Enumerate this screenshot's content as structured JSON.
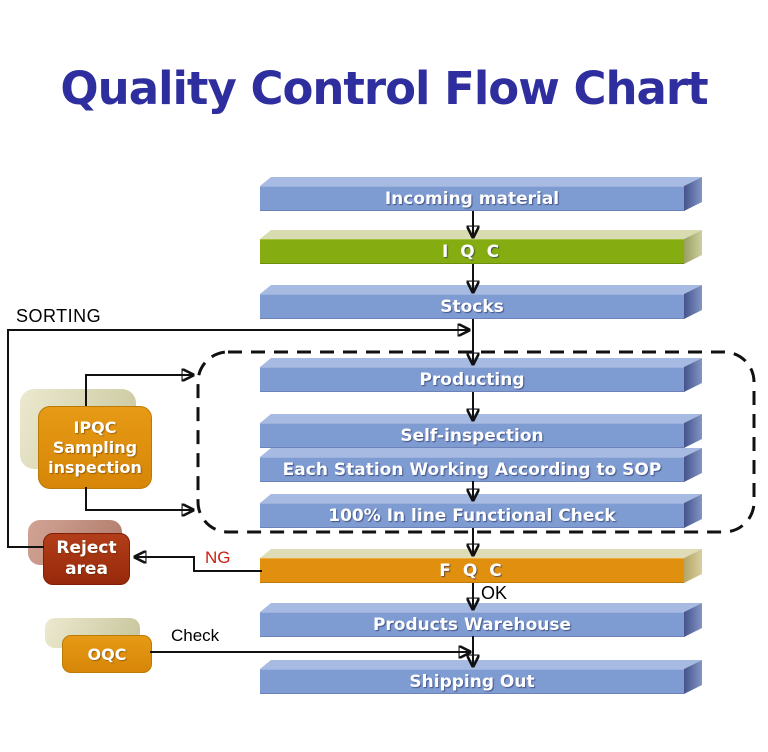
{
  "title": "Quality Control Flow Chart",
  "colors": {
    "title_text": "#2e2e9e",
    "bar_blue": "#7e9bd2",
    "bar_blue_top": "#a6bae2",
    "bar_green": "#85ac10",
    "bar_green_top": "#d9dcb0",
    "bar_orange": "#e0900e",
    "bar_orange_top": "#dfddb8",
    "side_box_orange": "#df9010",
    "side_box_red": "#a43210",
    "ng_label": "#cc2012",
    "connector": "#111111",
    "bar_text": "#ffffff"
  },
  "flow": {
    "bars": [
      {
        "id": "incoming-material",
        "label": "Incoming material",
        "color": "blue"
      },
      {
        "id": "iqc",
        "label": "I Q C",
        "color": "green"
      },
      {
        "id": "stocks",
        "label": "Stocks",
        "color": "blue"
      },
      {
        "id": "producting",
        "label": "Producting",
        "color": "blue"
      },
      {
        "id": "self-inspection",
        "label": "Self-inspection",
        "color": "blue"
      },
      {
        "id": "sop",
        "label": "Each Station Working According to SOP",
        "color": "blue"
      },
      {
        "id": "functional-check",
        "label": "100% In line Functional Check",
        "color": "blue"
      },
      {
        "id": "fqc",
        "label": "F Q C",
        "color": "orange"
      },
      {
        "id": "products-warehouse",
        "label": "Products Warehouse",
        "color": "blue"
      },
      {
        "id": "shipping-out",
        "label": "Shipping Out",
        "color": "blue"
      }
    ],
    "side_boxes": [
      {
        "id": "ipqc",
        "lines": [
          "IPQC",
          "Sampling",
          "inspection"
        ]
      },
      {
        "id": "reject-area",
        "lines": [
          "Reject",
          "area"
        ]
      },
      {
        "id": "oqc",
        "lines": [
          "OQC"
        ]
      }
    ],
    "labels": {
      "sorting": {
        "text": "SORTING"
      },
      "ng": {
        "text": "NG"
      },
      "ok": {
        "text": "OK"
      },
      "check": {
        "text": "Check"
      }
    },
    "edges": [
      {
        "from": "incoming-material",
        "to": "iqc",
        "label": ""
      },
      {
        "from": "iqc",
        "to": "stocks",
        "label": ""
      },
      {
        "from": "stocks",
        "to": "producting",
        "label": ""
      },
      {
        "from": "producting",
        "to": "self-inspection",
        "label": ""
      },
      {
        "from": "sop",
        "to": "functional-check",
        "label": ""
      },
      {
        "from": "functional-check",
        "to": "fqc",
        "label": ""
      },
      {
        "from": "fqc",
        "to": "products-warehouse",
        "label": "OK"
      },
      {
        "from": "products-warehouse",
        "to": "shipping-out",
        "label": ""
      },
      {
        "from": "fqc",
        "to": "reject-area",
        "label": "NG"
      },
      {
        "from": "reject-area",
        "to": "main-flow-before-producting",
        "label": "SORTING"
      },
      {
        "from": "ipqc",
        "to": "production-loop-top",
        "label": ""
      },
      {
        "from": "ipqc",
        "to": "production-loop-bottom",
        "label": ""
      },
      {
        "from": "oqc",
        "to": "shipping-out",
        "label": "Check"
      }
    ]
  }
}
